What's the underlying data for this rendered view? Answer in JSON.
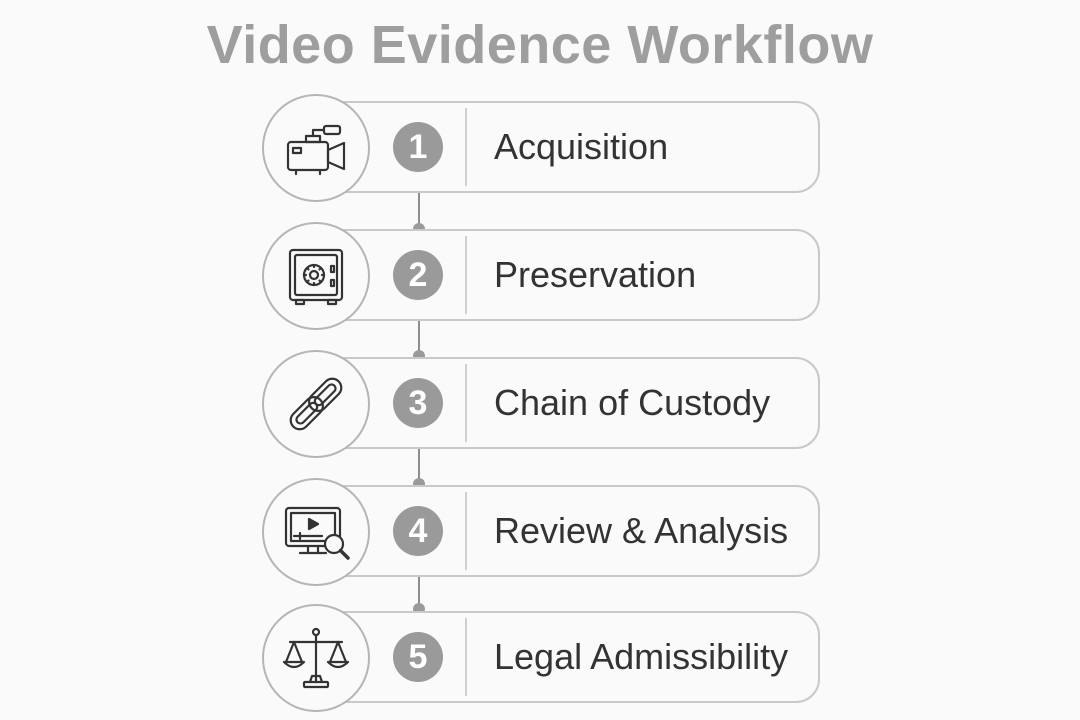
{
  "title": "Video Evidence Workflow",
  "steps": [
    {
      "number": "1",
      "label": "Acquisition",
      "icon": "video-camera-icon"
    },
    {
      "number": "2",
      "label": "Preservation",
      "icon": "safe-icon"
    },
    {
      "number": "3",
      "label": "Chain of Custody",
      "icon": "chain-link-icon"
    },
    {
      "number": "4",
      "label": "Review & Analysis",
      "icon": "monitor-magnifier-icon"
    },
    {
      "number": "5",
      "label": "Legal Admissibility",
      "icon": "scales-of-justice-icon"
    }
  ],
  "colors": {
    "title": "#9e9e9e",
    "number_badge": "#9a9a9a",
    "border": "#c9c9c9",
    "text": "#333333"
  }
}
